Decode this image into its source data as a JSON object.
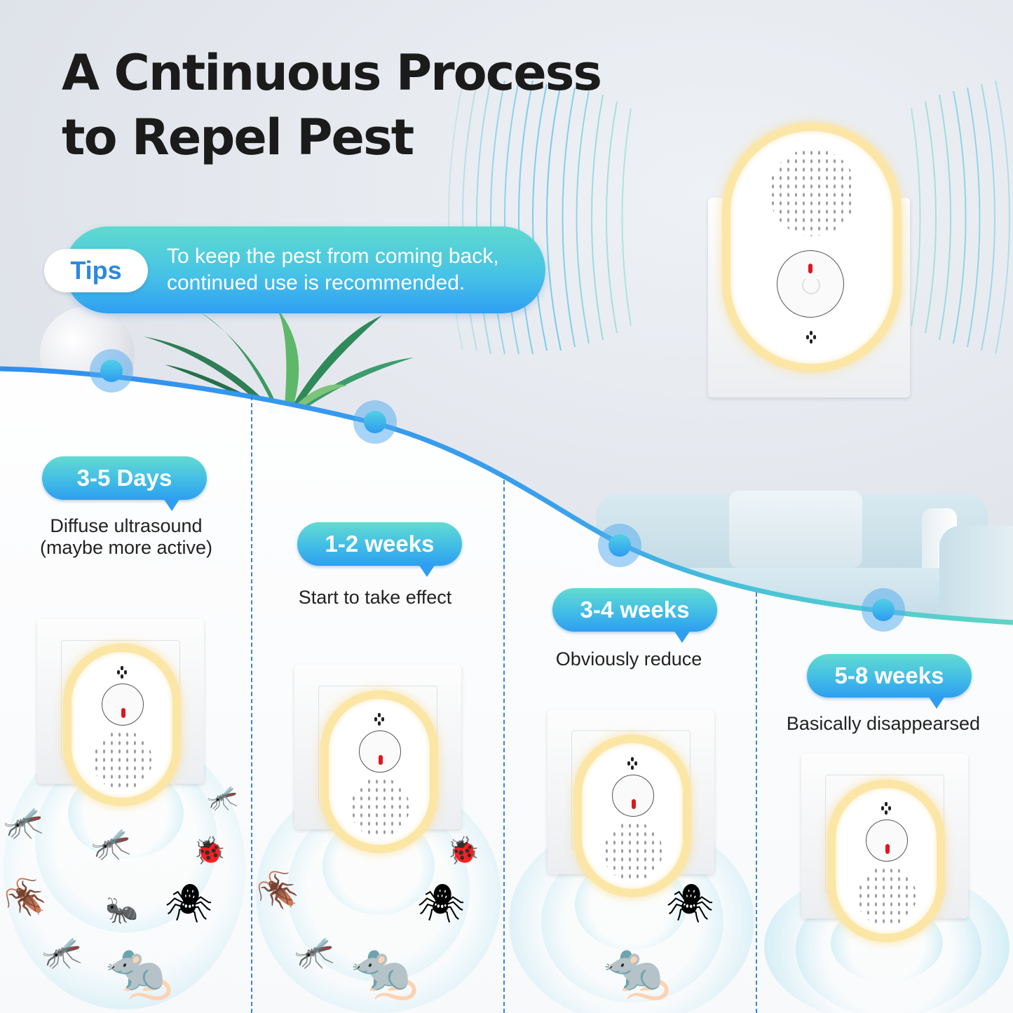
{
  "header": {
    "title_line1": "A Cntinuous Process",
    "title_line2": "to Repel Pest"
  },
  "tips": {
    "label": "Tips",
    "text_line1": "To keep the pest from coming back,",
    "text_line2": "continued use is recommended."
  },
  "stages": [
    {
      "period": "3-5 Days",
      "caption_line1": "Diffuse ultrasound",
      "caption_line2": "(maybe more active)",
      "pests": [
        "mosquito",
        "mosquito",
        "fly",
        "ladybug",
        "cockroach",
        "ant",
        "spider",
        "mosquito",
        "rat"
      ]
    },
    {
      "period": "1-2 weeks",
      "caption_line1": "Start to take effect",
      "caption_line2": "",
      "pests": [
        "ladybug",
        "cockroach",
        "spider",
        "mosquito",
        "rat"
      ]
    },
    {
      "period": "3-4 weeks",
      "caption_line1": "Obviously reduce",
      "caption_line2": "",
      "pests": [
        "spider",
        "rat"
      ]
    },
    {
      "period": "5-8 weeks",
      "caption_line1": "Basically disappearsed",
      "caption_line2": "",
      "pests": []
    }
  ],
  "colors": {
    "accent_blue": "#2e9ef0",
    "accent_teal": "#5fdacf",
    "title_text": "#1b1b1b",
    "tips_label": "#2d88e0",
    "led_red": "#e0161e",
    "night_light_glow": "#fbe6a6"
  },
  "icons": {
    "device": "ultrasonic-repeller-icon",
    "power": "power-icon",
    "timeline_node": "timeline-node-icon"
  }
}
